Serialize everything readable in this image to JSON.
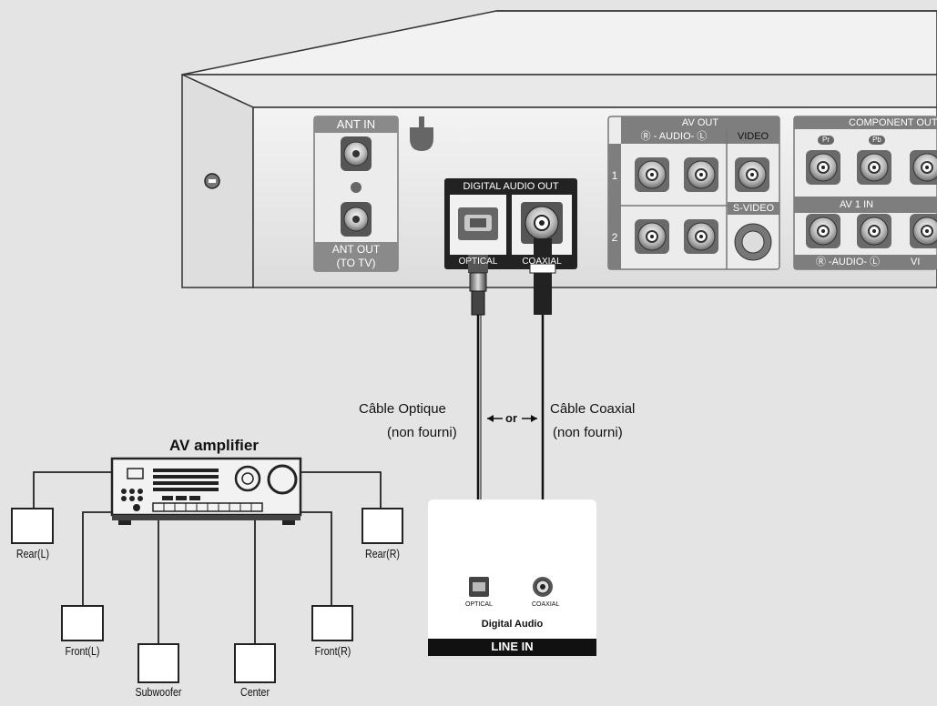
{
  "device": {
    "ant_in": "ANT IN",
    "ant_out": "ANT OUT",
    "ant_out_sub": "(TO TV)",
    "av_out": "AV OUT",
    "audio_lr": "Ⓡ - AUDIO- Ⓛ",
    "video": "VIDEO",
    "s_video": "S-VIDEO",
    "row_1": "1",
    "row_2": "2",
    "component_out": "COMPONENT OUT",
    "pr": "Pr",
    "pb": "Pb",
    "av1_in": "AV 1 IN",
    "av1_audio": "Ⓡ -AUDIO- Ⓛ",
    "av1_video": "VI",
    "digital_audio_out": "DIGITAL AUDIO OUT",
    "optical": "OPTICAL",
    "coaxial": "COAXIAL"
  },
  "cables": {
    "optical_label": "Câble Optique",
    "optical_note": "(non fourni)",
    "or": "or",
    "coaxial_label": "Câble Coaxial",
    "coaxial_note": "(non fourni)"
  },
  "amplifier": {
    "title": "AV amplifier",
    "line_in": "LINE IN",
    "digital_audio": "Digital Audio",
    "optical_port": "OPTICAL",
    "coaxial_port": "COAXIAL"
  },
  "speakers": {
    "rear_l": "Rear(L)",
    "rear_r": "Rear(R)",
    "front_l": "Front(L)",
    "front_r": "Front(R)",
    "subwoofer": "Subwoofer",
    "center": "Center"
  }
}
